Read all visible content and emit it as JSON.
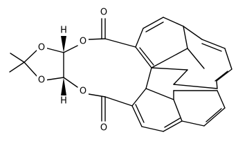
{
  "structure": {
    "atoms": {
      "O1": "O",
      "O2": "O",
      "O3": "O",
      "O4": "O",
      "O5": "O",
      "O6": "O",
      "H1": "H",
      "H2": "H"
    }
  },
  "colors": {
    "bond": "#000000",
    "background": "#ffffff"
  }
}
